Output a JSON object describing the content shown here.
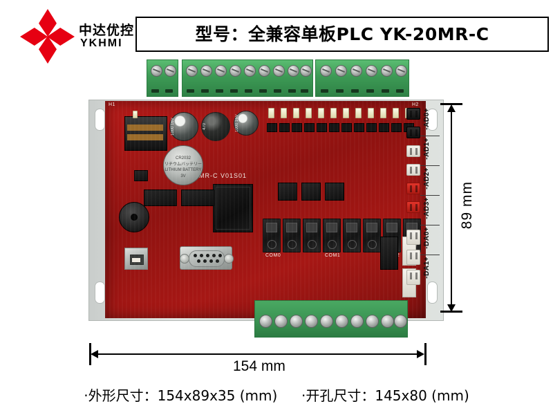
{
  "brand": {
    "name_cn": "中达优控",
    "name_en": "YKHMI",
    "logo_color": "#e60012",
    "logo_icon": "four-petal-diamond-logo"
  },
  "title": {
    "text": "型号：全兼容单板PLC YK-20MR-C",
    "border_color": "#000000"
  },
  "caption": {
    "outline_label": "·外形尺寸：154x89x35 (mm)",
    "cutout_label": "·开孔尺寸：145x80 (mm)"
  },
  "dimensions": {
    "width_label": "154 mm",
    "height_label": "89 mm"
  },
  "board": {
    "silkscreen_model": "YK-20MR-C  V01S01",
    "mark_h1": "H1",
    "mark_h2": "H2",
    "pcb_color": "#a61714",
    "bracket_color": "#d5d9d6",
    "terminal_color": "#3d9a55"
  },
  "battery": {
    "type": "CR2032",
    "line_jp": "リチウムバッテリー",
    "line_en": "LITHIUM BATTERY",
    "voltage": "3V"
  },
  "capacitors": [
    {
      "value": "1000\n16V"
    },
    {
      "value": "470"
    },
    {
      "value": "1000\n16V"
    }
  ],
  "analog_pins": [
    "-AD0+",
    "-AD1+",
    "-AD2+",
    "-AD3+",
    "-DA0+",
    "-DA1+"
  ],
  "relay_labels": {
    "com0": "COM0",
    "com1": "COM1",
    "com2": "COM2"
  },
  "connectors": {
    "usb": "usb-type-b-port",
    "serial": "db9-serial-port",
    "buzzer": "buzzer"
  }
}
